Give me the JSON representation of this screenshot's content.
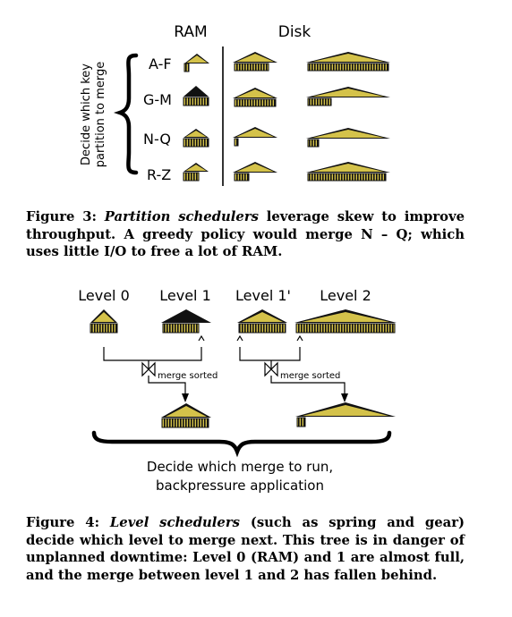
{
  "figure3": {
    "header_ram": "RAM",
    "header_disk": "Disk",
    "side_label_line1": "Decide which key",
    "side_label_line2": "partition to merge",
    "rows": [
      {
        "label": "A-F"
      },
      {
        "label": "G-M"
      },
      {
        "label": "N-Q"
      },
      {
        "label": "R-Z"
      }
    ],
    "caption_prefix": "Figure 3:",
    "caption_italic": "Partition schedulers",
    "caption_rest": "leverage skew to improve throughput. A greedy policy would merge N – Q; which uses little I/O to free a lot of RAM."
  },
  "figure4": {
    "levels": [
      "Level 0",
      "Level 1",
      "Level 1'",
      "Level 2"
    ],
    "merge_label_left": "merge sorted",
    "merge_label_right": "merge sorted",
    "bottom_line1": "Decide which merge to run,",
    "bottom_line2": "backpressure application",
    "caption_prefix": "Figure 4:",
    "caption_italic": "Level schedulers",
    "caption_rest": "(such as spring and gear) decide which level to merge next. This tree is in danger of unplanned downtime: Level 0 (RAM) and 1 are almost full, and the merge between level 1 and 2 has fallen behind."
  }
}
